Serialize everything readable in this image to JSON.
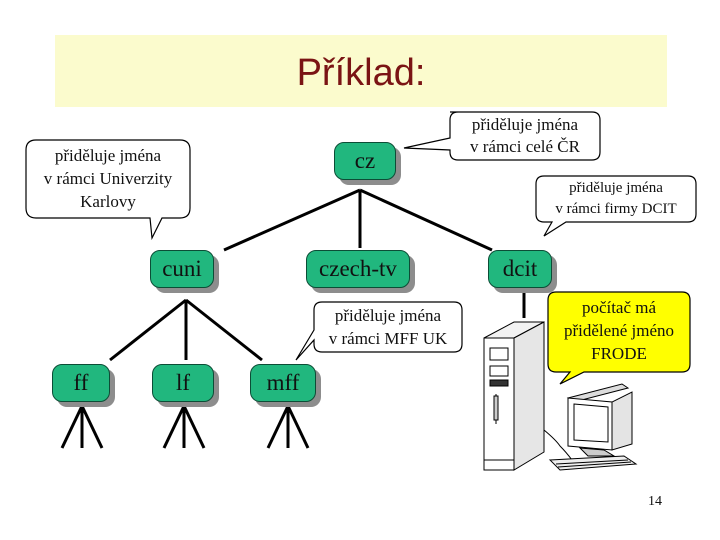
{
  "slide": {
    "title": "Příklad:",
    "page_number": "14"
  },
  "nodes": {
    "cz": "cz",
    "cuni": "cuni",
    "czech_tv": "czech-tv",
    "dcit": "dcit",
    "ff": "ff",
    "lf": "lf",
    "mff": "mff"
  },
  "callouts": {
    "cz_whole": [
      "přiděluje jména",
      "v rámci celé ČR"
    ],
    "univerzity": [
      "přiděluje jména",
      "v rámci Univerzity",
      "Karlovy"
    ],
    "dcit": [
      "přiděluje jména",
      "v rámci firmy DCIT"
    ],
    "mff": [
      "přiděluje jména",
      "v rámci MFF UK"
    ],
    "frode": [
      "počítač má",
      "přidělené jméno",
      "FRODE"
    ]
  },
  "colors": {
    "title_band": "#fbfbcd",
    "title_text": "#7a1414",
    "node_fill": "#21b77e",
    "callout_fill": "#ffffff",
    "frode_callout_fill": "#ffff00"
  },
  "icons": [
    "computer-tower-icon",
    "monitor-icon",
    "keyboard-icon"
  ]
}
